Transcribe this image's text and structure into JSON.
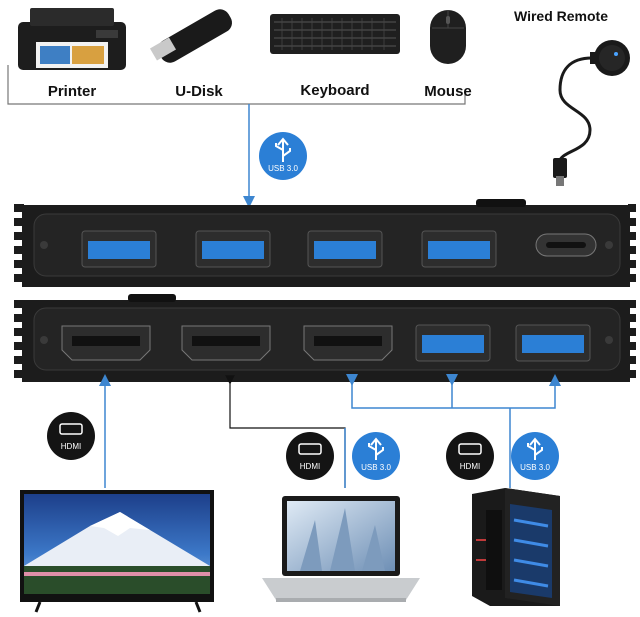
{
  "devices_top": {
    "printer": "Printer",
    "udisk": "U-Disk",
    "keyboard": "Keyboard",
    "mouse": "Mouse",
    "remote": "Wired Remote"
  },
  "badges": {
    "usb": "USB 3.0",
    "hdmi": "HDMI"
  },
  "colors": {
    "usb_blue": "#2b7fd6",
    "arrow_blue": "#3d86d0",
    "badge_black": "#141414",
    "switch_body": "#1c1c1c"
  }
}
